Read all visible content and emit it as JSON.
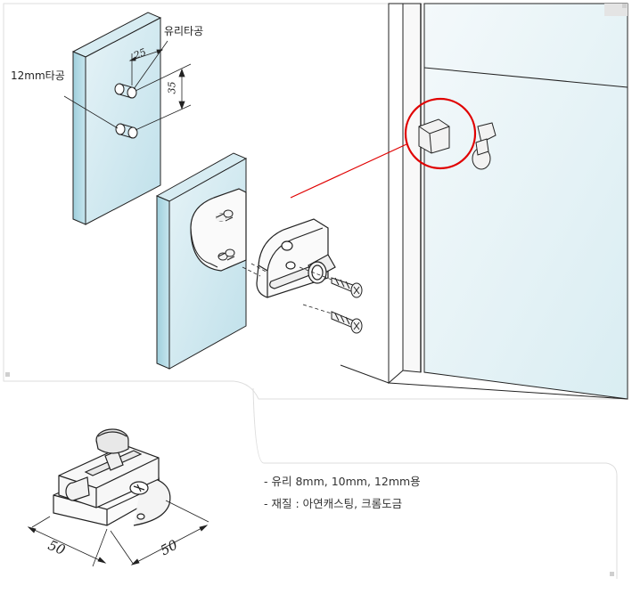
{
  "labels": {
    "glass_hole": "유리타공",
    "hole_12mm": "12mm타공",
    "dim_25": "25",
    "dim_35": "35",
    "dim_50_left": "50",
    "dim_50_right": "50"
  },
  "specs": {
    "glass": "- 유리 8mm, 10mm, 12mm용",
    "material": "- 재질 : 아연캐스팅, 크롬도금"
  },
  "colors": {
    "glass_face": "#cfe7ee",
    "glass_side": "#a9d3df",
    "highlight": "#e00000",
    "line": "#222222",
    "panel_border": "#d8d8d8"
  }
}
